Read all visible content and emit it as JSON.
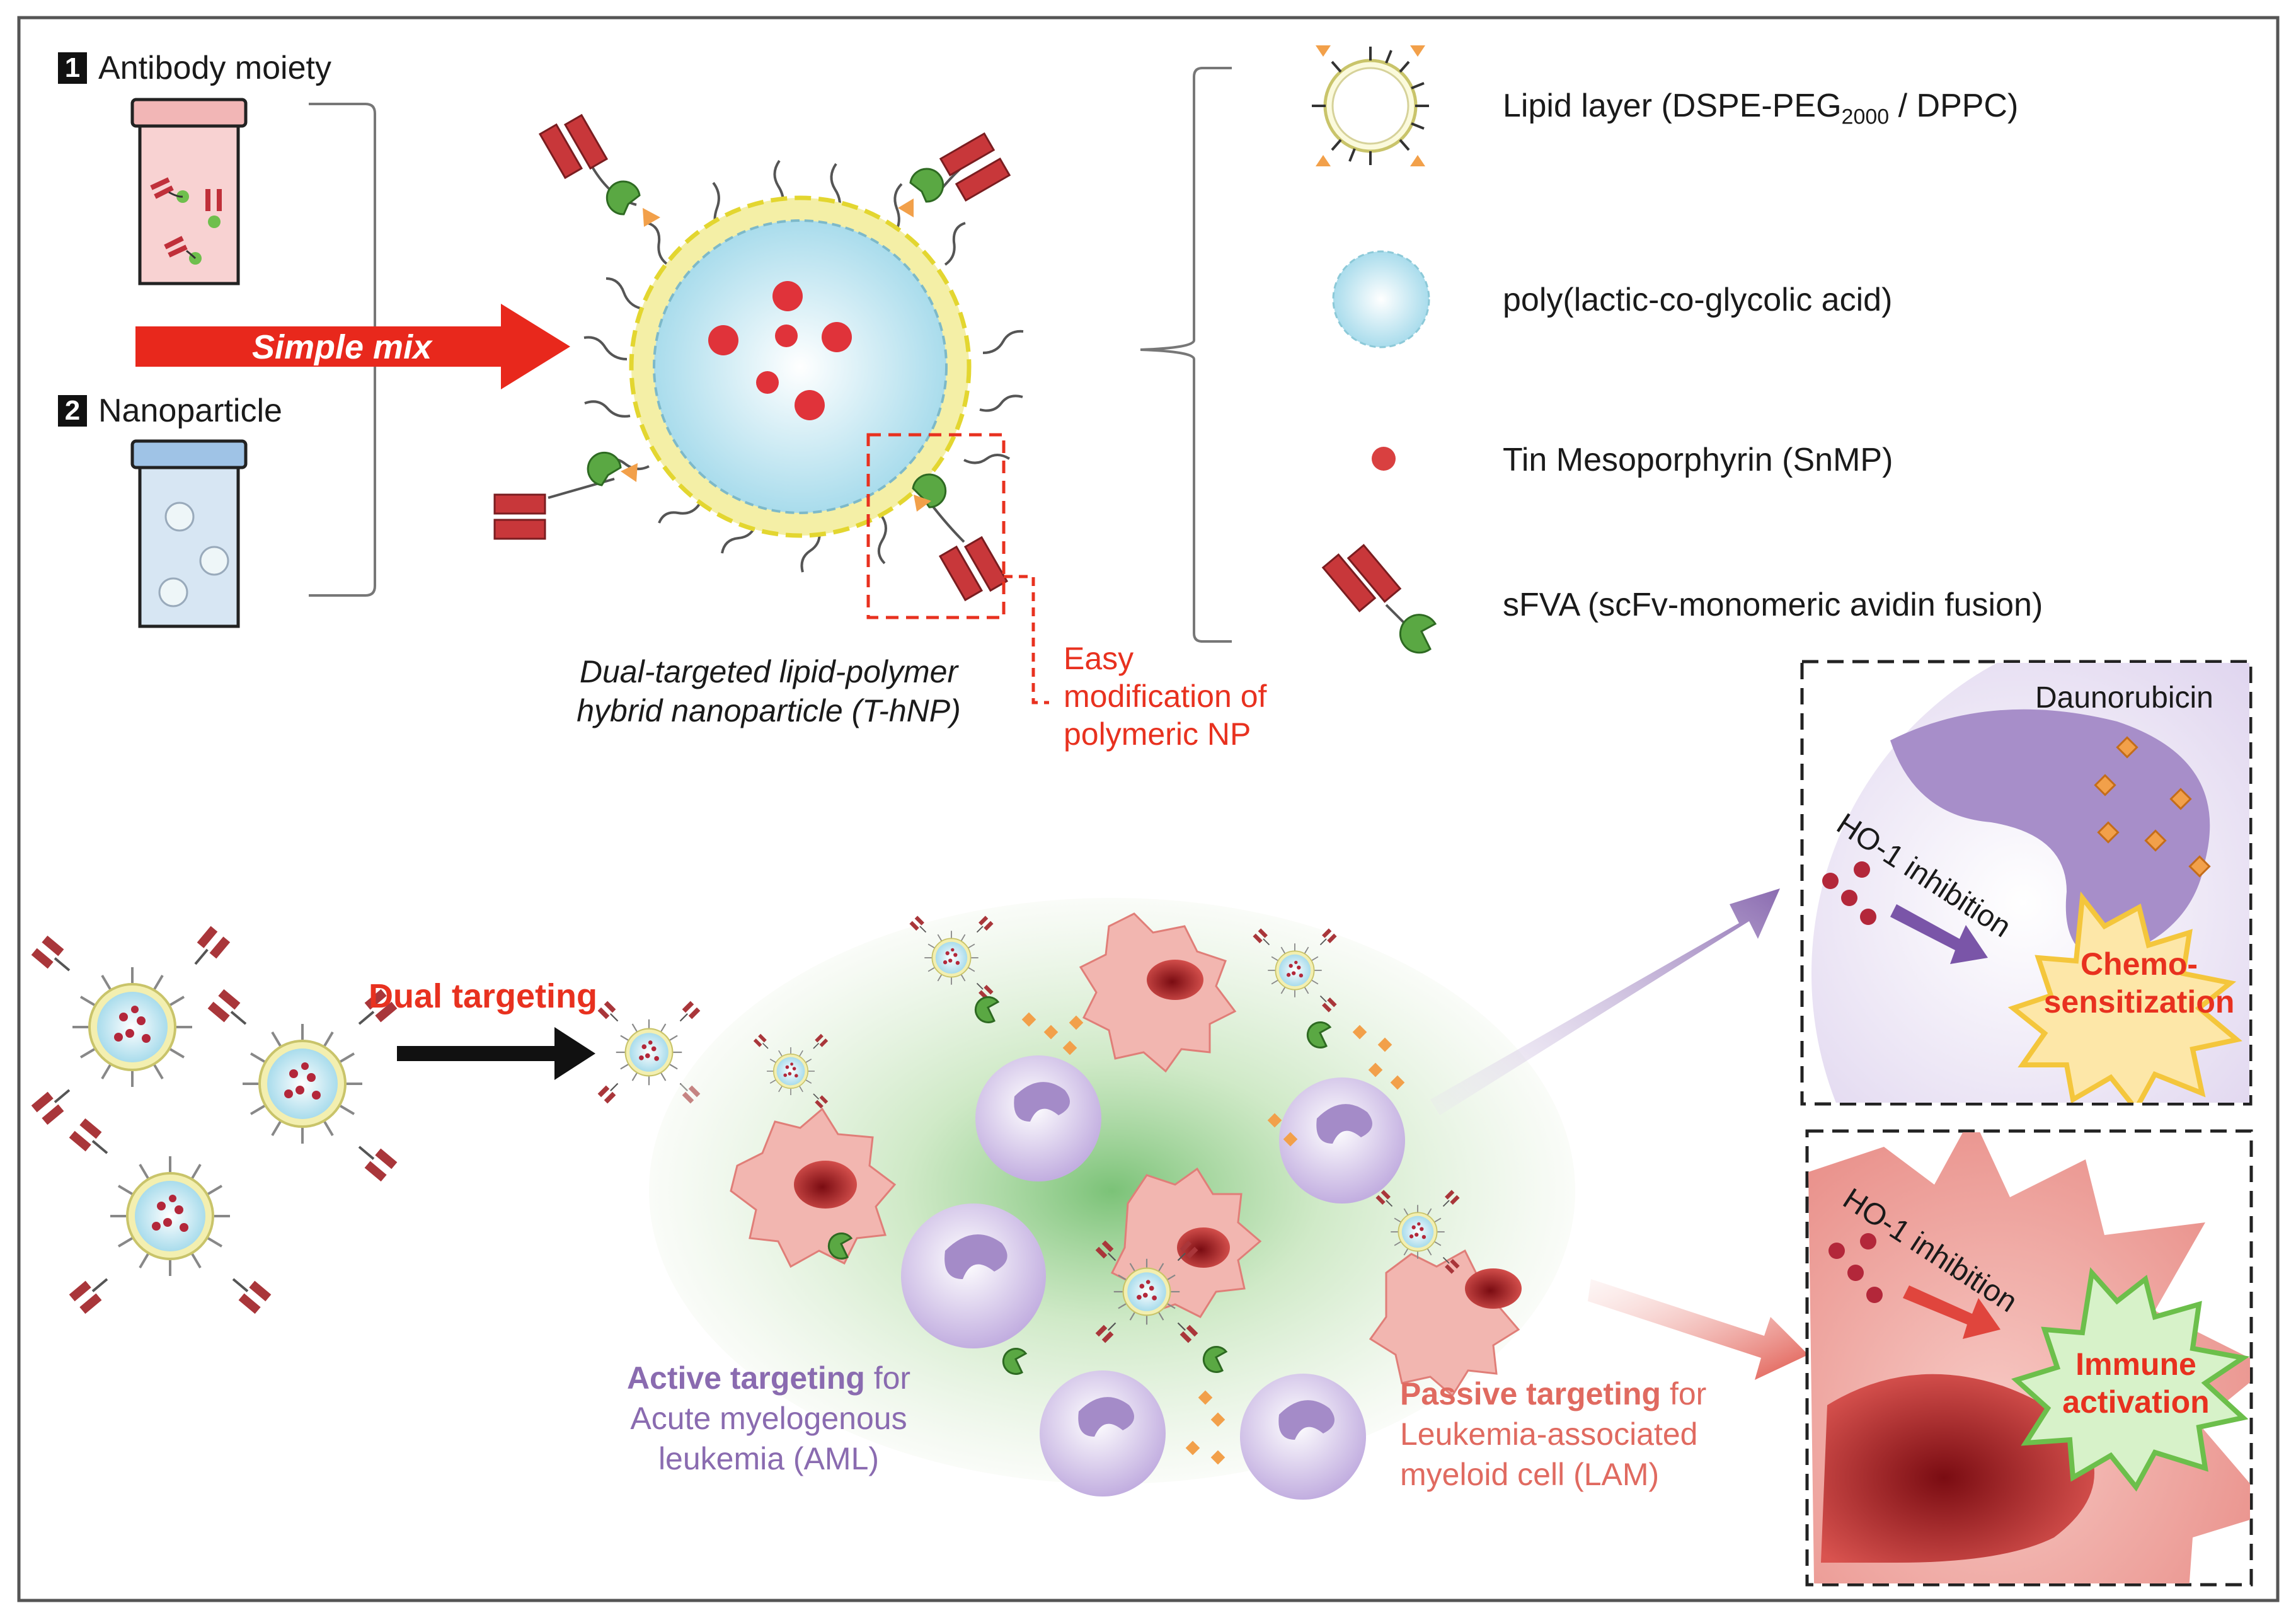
{
  "steps": {
    "step1": {
      "number": "1",
      "label": "Antibody moiety"
    },
    "step2": {
      "number": "2",
      "label": "Nanoparticle"
    },
    "mix_label": "Simple mix"
  },
  "hybrid_np": {
    "caption_line1": "Dual-targeted lipid-polymer",
    "caption_line2": "hybrid nanoparticle (T-hNP)",
    "callout_line1": "Easy",
    "callout_line2": "modification of",
    "callout_line3": "polymeric NP"
  },
  "legend": {
    "lipid": {
      "text": "Lipid layer (DSPE-PEG",
      "subscript": "2000",
      "suffix": " / DPPC)"
    },
    "plga": "poly(lactic-co-glycolic acid)",
    "snmp": "Tin Mesoporphyrin (SnMP)",
    "sfva": "sFVA (scFv-monomeric avidin fusion)"
  },
  "targeting": {
    "dual": "Dual targeting",
    "active_bold": "Active targeting",
    "active_rest": " for",
    "active_line2": "Acute myelogenous",
    "active_line3": "leukemia (AML)",
    "passive_bold": "Passive targeting",
    "passive_rest": " for",
    "passive_line2": "Leukemia-associated",
    "passive_line3": "myeloid cell (LAM)"
  },
  "panel_top": {
    "drug": "Daunorubicin",
    "inhibition": "HO-1 inhibition",
    "burst_line1": "Chemo-",
    "burst_line2": "sensitization"
  },
  "panel_bottom": {
    "inhibition": "HO-1 inhibition",
    "burst_line1": "Immune",
    "burst_line2": "activation"
  },
  "colors": {
    "accent_red": "#e8311f",
    "aml_purple": "#8a6bb0",
    "lam_red": "#e06a60",
    "lipid_yellow": "#e8e24a",
    "plga_blue": "#bfe4f0",
    "snmp_red": "#d94040",
    "antibody_red": "#c8373a",
    "avidin_green": "#5aa843",
    "daunorubicin_orange": "#f2a04a"
  },
  "icons": [
    "vial-icon",
    "nanoparticle-icon",
    "lipid-layer-icon",
    "plga-core-icon",
    "snmp-dot-icon",
    "sfva-icon",
    "leukemia-cell-icon",
    "myeloid-cell-icon",
    "burst-icon",
    "arrow-icon"
  ]
}
